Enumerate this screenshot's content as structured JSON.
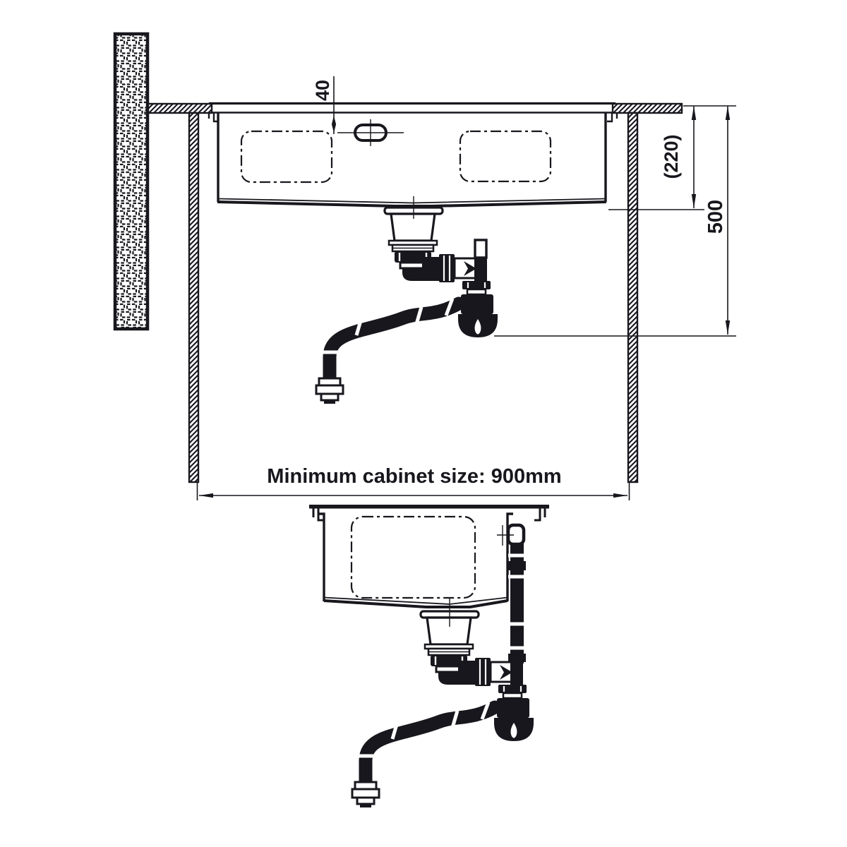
{
  "diagram": {
    "type": "sink-installation-technical-drawing",
    "colors": {
      "line": "#17171d",
      "background": "#ffffff"
    },
    "labels": {
      "dim_tap_hole_offset": "40",
      "dim_bowl_depth": "(220)",
      "dim_required_clearance": "500",
      "cabinet_note": "Minimum cabinet size: 900mm"
    }
  }
}
